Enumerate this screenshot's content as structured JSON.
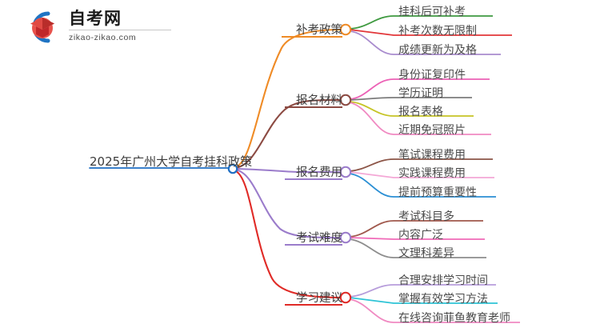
{
  "logo": {
    "name_cn": "自考网",
    "url": "zikao-zikao.com",
    "mark_colors": {
      "arc": "#1f74c4",
      "cap": "#d9332e",
      "cap_dark": "#9e1f1b"
    }
  },
  "mindmap": {
    "root": {
      "label": "2025年广州大学自考挂科政策",
      "node_color": "#1f6fc4",
      "stem_color": "#1f6fc4"
    },
    "branches": [
      {
        "label": "补考政策",
        "node_color": "#ef8b26",
        "link_color": "#ef8b26",
        "children": [
          {
            "label": "挂科后可补考",
            "color": "#3f9a40"
          },
          {
            "label": "补考次数无限制",
            "color": "#e2373a"
          },
          {
            "label": "成绩更新为及格",
            "color": "#a98cce"
          }
        ]
      },
      {
        "label": "报名材料",
        "node_color": "#8c4a42",
        "link_color": "#8c4a42",
        "children": [
          {
            "label": "身份证复印件",
            "color": "#ec62b6"
          },
          {
            "label": "学历证明",
            "color": "#7c7c7c"
          },
          {
            "label": "报名表格",
            "color": "#c6c426"
          },
          {
            "label": "近期免冠照片",
            "color": "#f08ac2"
          }
        ]
      },
      {
        "label": "报名费用",
        "node_color": "#9b7ccb",
        "link_color": "#9b7ccb",
        "children": [
          {
            "label": "笔试课程费用",
            "color": "#8c5547"
          },
          {
            "label": "实践课程费用",
            "color": "#f4a8d6"
          },
          {
            "label": "提前预算重要性",
            "color": "#2b8fd4"
          }
        ]
      },
      {
        "label": "考试难度",
        "node_color": "#9b7ccb",
        "link_color": "#9b7ccb",
        "children": [
          {
            "label": "考试科目多",
            "color": "#a0584c"
          },
          {
            "label": "内容广泛",
            "color": "#f06ab8"
          },
          {
            "label": "文理科差异",
            "color": "#8d8d8d"
          }
        ]
      },
      {
        "label": "学习建议",
        "node_color": "#e02b27",
        "link_color": "#e02b27",
        "children": [
          {
            "label": "合理安排学习时间",
            "color": "#b79ddb"
          },
          {
            "label": "掌握有效学习方法",
            "color": "#2fc4d6"
          },
          {
            "label": "在线咨询菲鱼教育老师",
            "color": "#f08ac2"
          }
        ]
      }
    ]
  }
}
